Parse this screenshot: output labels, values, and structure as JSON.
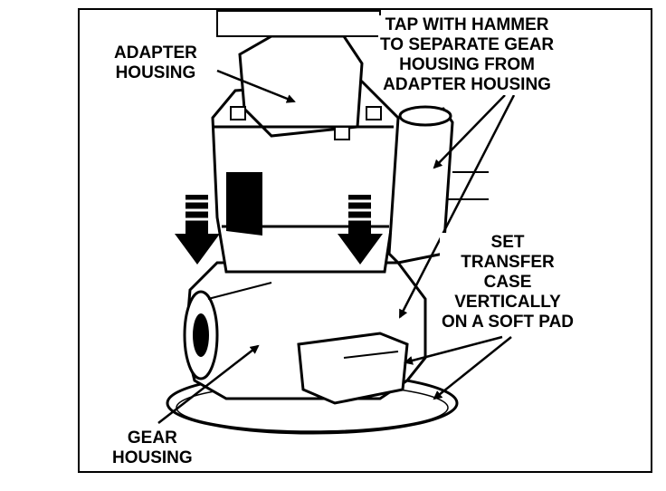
{
  "labels": {
    "adapter_housing": [
      "ADAPTER",
      "HOUSING"
    ],
    "tap_instruction": [
      "TAP WITH HAMMER",
      "TO SEPARATE GEAR",
      "HOUSING FROM",
      "ADAPTER HOUSING"
    ],
    "set_instruction": [
      "SET",
      "TRANSFER",
      "CASE",
      "VERTICALLY",
      "ON A SOFT PAD"
    ],
    "gear_housing": [
      "GEAR",
      "HOUSING"
    ]
  },
  "colors": {
    "ink": "#000000",
    "paper": "#ffffff",
    "shade": "#8a8a8a"
  }
}
